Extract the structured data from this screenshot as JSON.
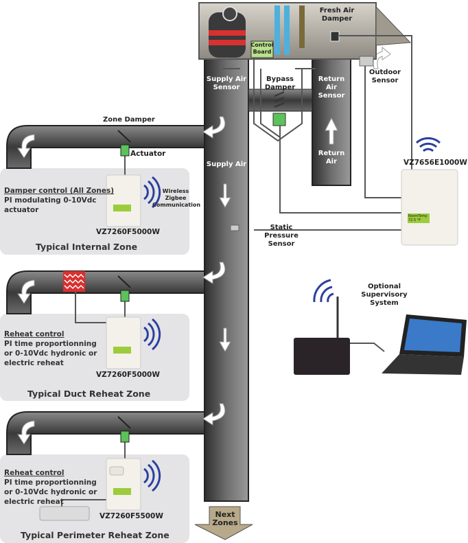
{
  "air_handler": {
    "fresh_air_damper": "Fresh Air Damper",
    "control_board": "Control Board",
    "outdoor_sensor": "Outdoor Sensor",
    "supply_air_sensor": "Supply Air Sensor",
    "bypass_damper": "Bypass Damper",
    "return_air_sensor": "Return Air Sensor",
    "return_air": "Return Air",
    "supply_air": "Supply Air",
    "static_pressure_sensor": "Static Pressure Sensor",
    "next_zones": "Next Zones"
  },
  "main_controller": {
    "model": "VZ7656E1000W",
    "display": "RoomTemp 72.5 °F"
  },
  "zones": [
    {
      "title": "Typical Internal Zone",
      "control_heading": "Damper control (All Zones)",
      "control_text": "PI modulating 0-10Vdc actuator",
      "model": "VZ7260F5000W",
      "zone_damper": "Zone Damper",
      "actuator": "Actuator",
      "wireless": "Wireless Zigbee Communication"
    },
    {
      "title": "Typical Duct Reheat Zone",
      "control_heading": "Reheat control",
      "control_text": "PI time proportionning or 0-10Vdc hydronic or electric reheat",
      "model": "VZ7260F5000W"
    },
    {
      "title": "Typical Perimeter Reheat Zone",
      "control_heading": "Reheat control",
      "control_text": "PI time proportionning or 0-10Vdc hydronic or electric reheat",
      "model": "VZ7260F5500W"
    }
  ],
  "supervisory": {
    "label": "Optional Supervisory System"
  },
  "colors": {
    "duct": "#4a4a4a",
    "wireless": "#2b3f9e",
    "actuator": "#5cc25a",
    "heater_coil": "#d93030",
    "panel": "#e4e4e6"
  }
}
